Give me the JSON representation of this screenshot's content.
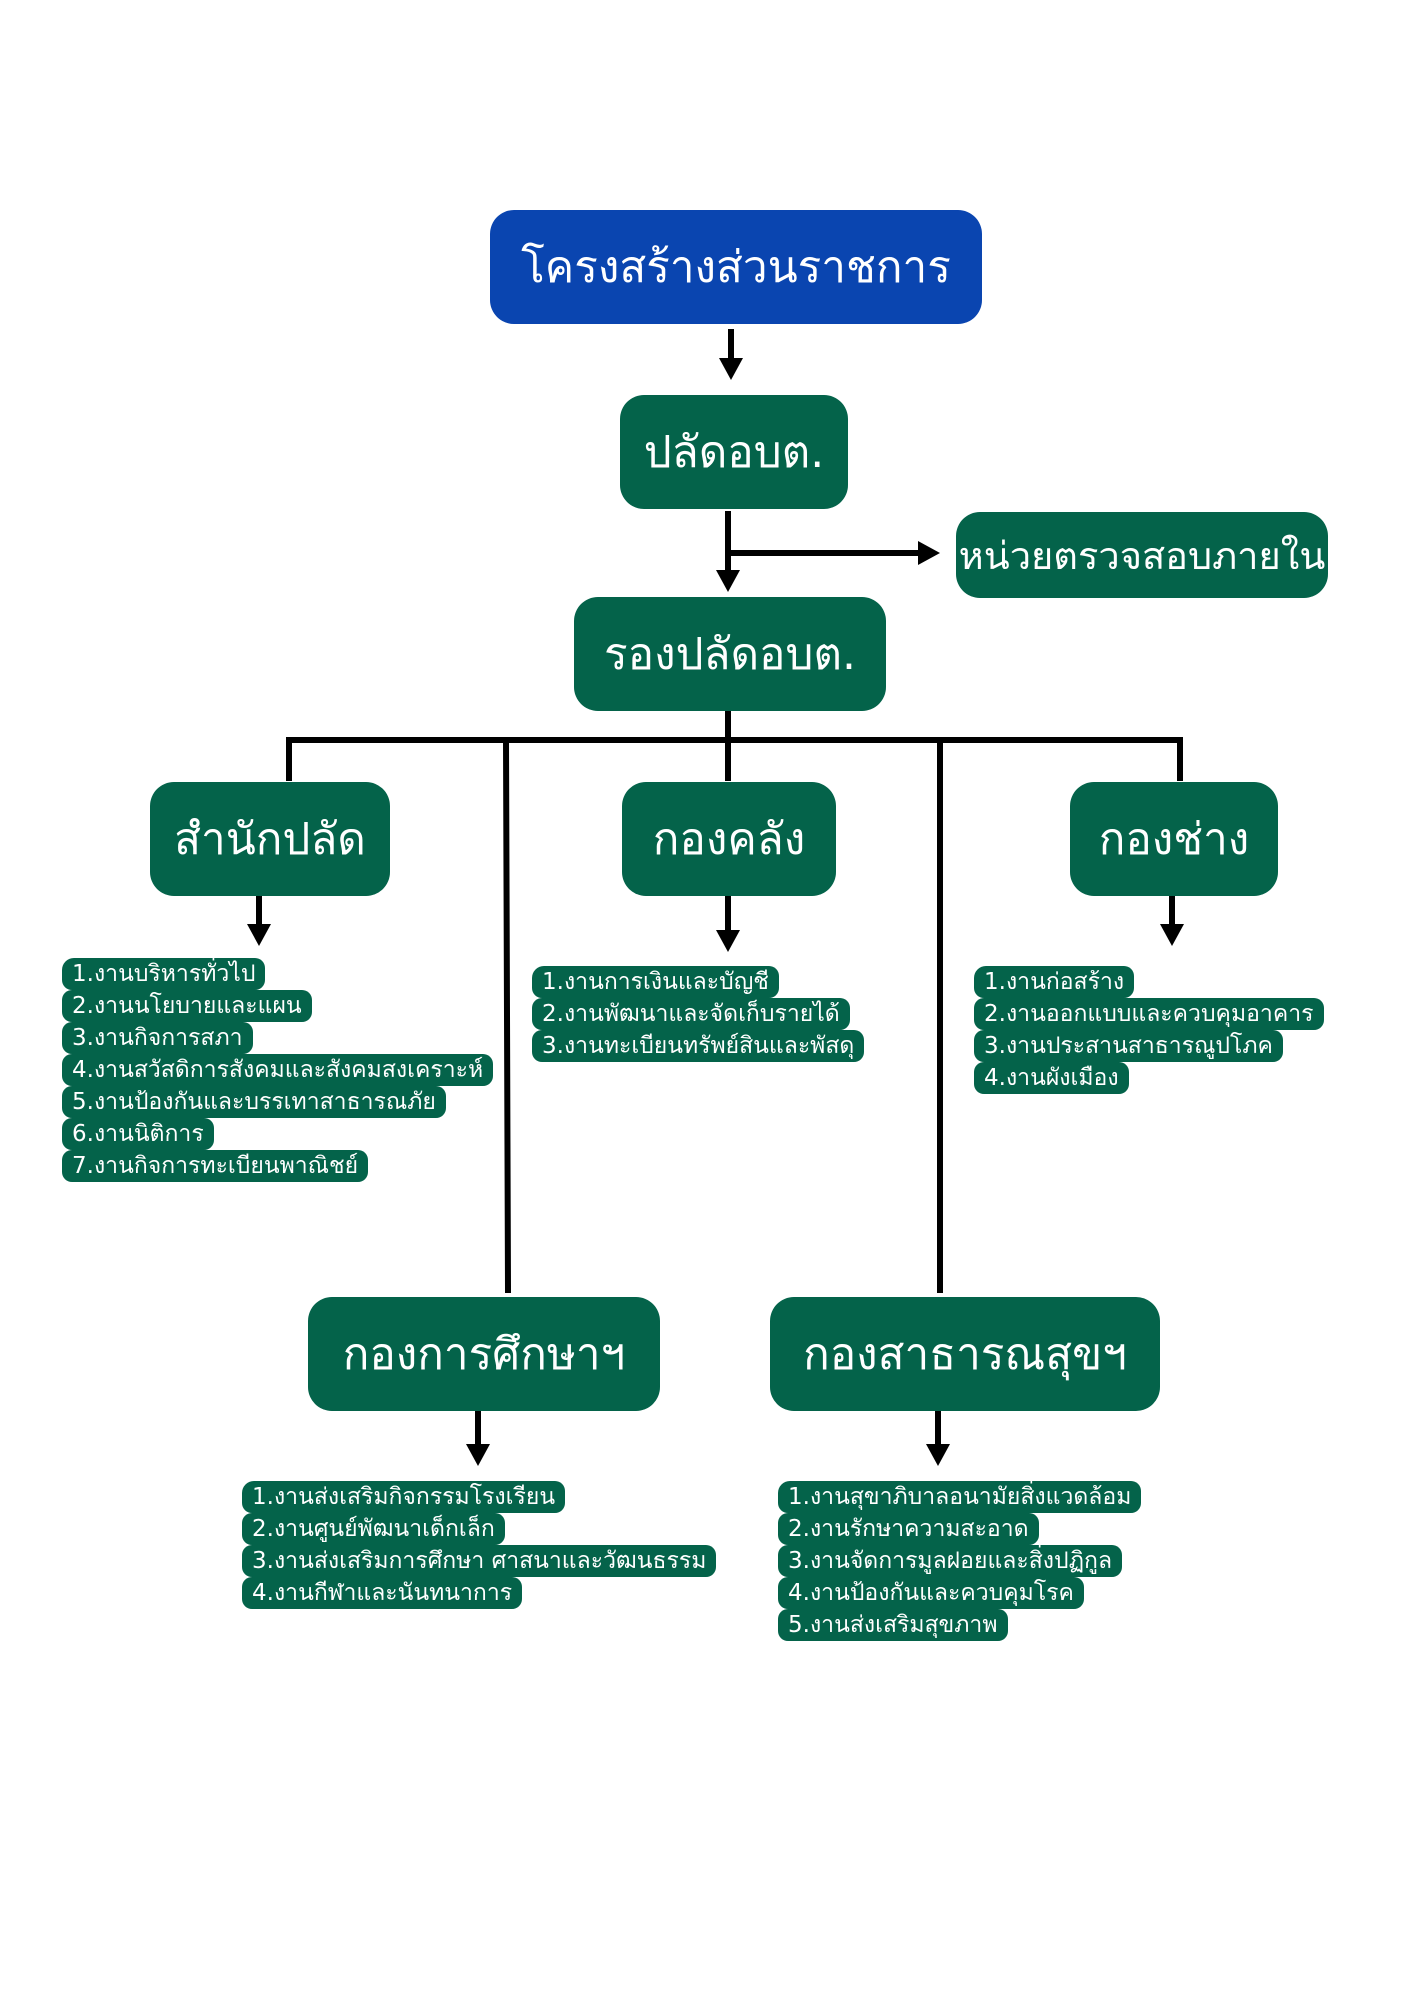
{
  "title": "โครงสร้างส่วนราชการ",
  "nodes": {
    "palad": "ปลัดอบต.",
    "audit": "หน่วยตรวจสอบภายใน",
    "deputy": "รองปลัดอบต.",
    "office": "สำนักปลัด",
    "finance": "กองคลัง",
    "engineering": "กองช่าง",
    "education": "กองการศึกษาฯ",
    "health": "กองสาธารณสุขฯ"
  },
  "tasks": {
    "office": [
      "1.งานบริหารทั่วไป",
      "2.งานนโยบายและแผน",
      "3.งานกิจการสภา",
      "4.งานสวัสดิการสังคมและสังคมสงเคราะห์",
      "5.งานป้องกันและบรรเทาสาธารณภัย",
      "6.งานนิติการ",
      "7.งานกิจการทะเบียนพาณิชย์"
    ],
    "finance": [
      "1.งานการเงินและบัญชี",
      "2.งานพัฒนาและจัดเก็บรายได้",
      "3.งานทะเบียนทรัพย์สินและพัสดุ"
    ],
    "engineering": [
      "1.งานก่อสร้าง",
      "2.งานออกแบบและควบคุมอาคาร",
      "3.งานประสานสาธารณูปโภค",
      "4.งานผังเมือง"
    ],
    "education": [
      "1.งานส่งเสริมกิจกรรมโรงเรียน",
      "2.งานศูนย์พัฒนาเด็กเล็ก",
      "3.งานส่งเสริมการศึกษา ศาสนาและวัฒนธรรม",
      "4.งานกีฬาและนันทนาการ"
    ],
    "health": [
      "1.งานสุขาภิบาลอนามัยสิ่งแวดล้อม",
      "2.งานรักษาความสะอาด",
      "3.งานจัดการมูลฝอยและสิ่งปฏิกูล",
      "4.งานป้องกันและควบคุมโรค",
      "5.งานส่งเสริมสุขภาพ"
    ]
  },
  "colors": {
    "title": "#0a45b0",
    "node": "#04634a",
    "line": "#000000"
  }
}
